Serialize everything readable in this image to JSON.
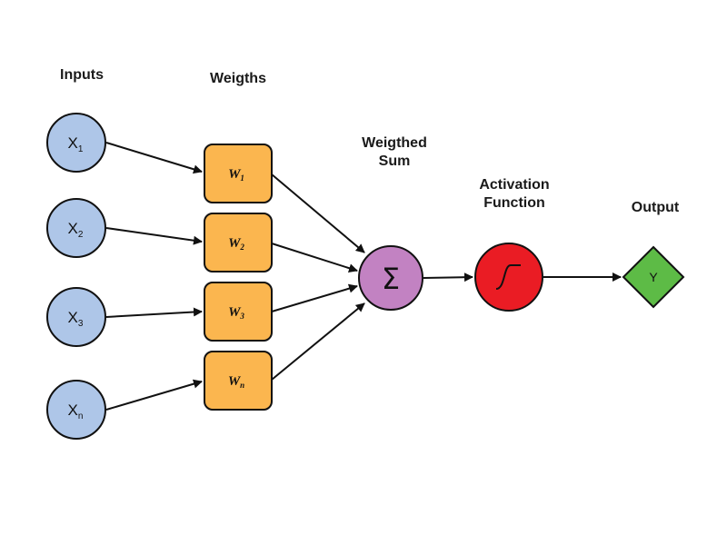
{
  "headings": {
    "inputs": "Inputs",
    "weights": "Weigths",
    "weighted_sum_line1": "Weigthed",
    "weighted_sum_line2": "Sum",
    "activation_line1": "Activation",
    "activation_line2": "Function",
    "output": "Output"
  },
  "inputs": [
    {
      "label": "X",
      "sub": "1"
    },
    {
      "label": "X",
      "sub": "2"
    },
    {
      "label": "X",
      "sub": "3"
    },
    {
      "label": "X",
      "sub": "n"
    }
  ],
  "weights": [
    {
      "label": "W",
      "sub": "1"
    },
    {
      "label": "W",
      "sub": "2"
    },
    {
      "label": "W",
      "sub": "3"
    },
    {
      "label": "W",
      "sub": "n"
    }
  ],
  "sum_node": {
    "symbol": "Σ"
  },
  "activation_node": {
    "icon": "sigmoid-curve-icon"
  },
  "output_node": {
    "label": "Y"
  },
  "colors": {
    "input_fill": "#aec6e8",
    "weight_fill": "#fbb64f",
    "sum_fill": "#c282c2",
    "activation_fill": "#ea1c24",
    "output_fill": "#5dbb46"
  }
}
